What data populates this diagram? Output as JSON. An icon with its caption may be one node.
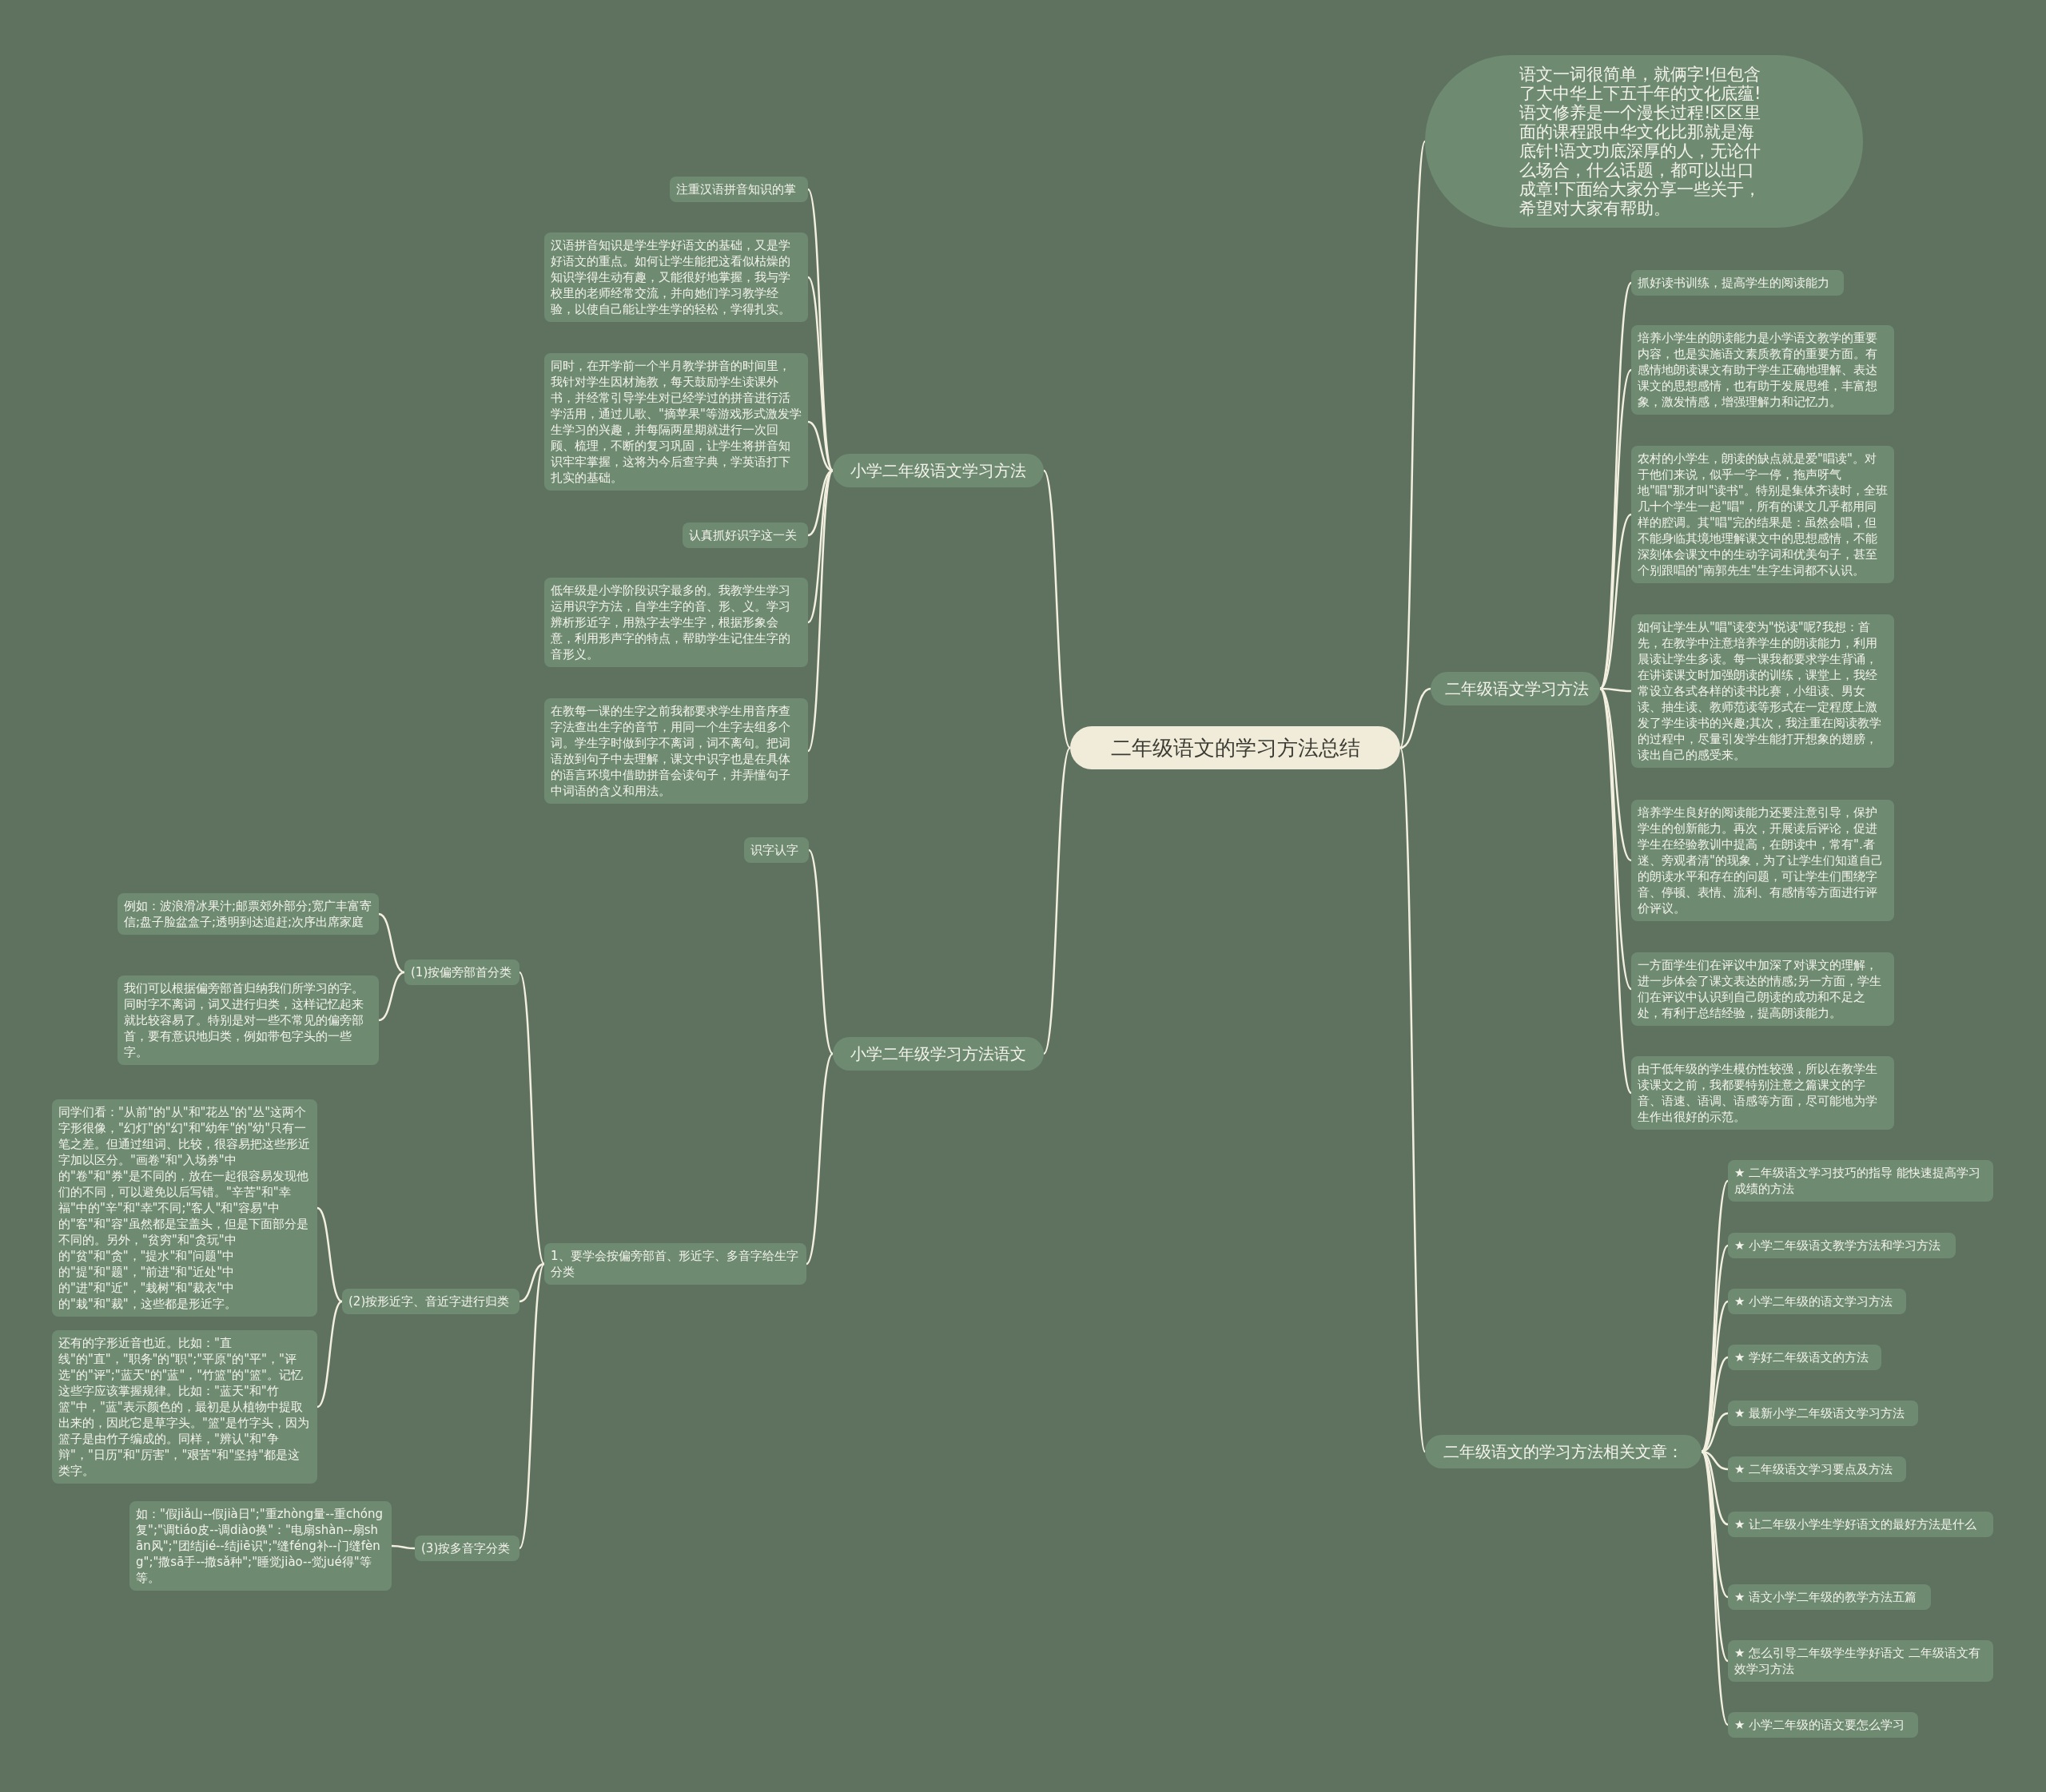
{
  "diagram": {
    "nodes": [
      {
        "text": [
          "二年级语文的学习方法总结"
        ]
      },
      {
        "text": [
          "语文一词很简单，就俩字!但包含了大中华上下五千年的文化底蕴!语文修养是一个漫长过程!区区里面的课程跟中华文化比那就是海底针!语文功底深厚的人，无论什么场合，什么话题，都可以出口成章!下面给大家分享一些关于，希望对大家有帮助。"
        ]
      },
      {
        "text": [
          "二年级语文学习方法"
        ]
      },
      {
        "text": [
          "抓好读书训练，提高学生的阅读能力"
        ]
      },
      {
        "text": [
          "培养小学生的朗读能力是小学语文教学的重要内容，也是实施语文素质教育的重要方面。有感情地朗读课文有助于学生正确地理解、表达课文的思想感情，也有助于发展思维，丰富想象，激发情感，增强理解力和记忆力。"
        ]
      },
      {
        "text": [
          "农村的小学生，朗读的缺点就是爱\"唱读\"。对于他们来说，似乎一字一停，拖声呀气地\"唱\"那才叫\"读书\"。特别是集体齐读时，全班几十个学生一起\"唱\"，所有的课文几乎都用同样的腔调。其\"唱\"完的结果是：虽然会唱，但不能身临其境地理解课文中的思想感情，不能深刻体会课文中的生动字词和优美句子，甚至个别跟唱的\"南郭先生\"生字生词都不认识。"
        ]
      },
      {
        "text": [
          "如何让学生从\"唱\"读变为\"悦读\"呢?我想：首先，在教学中注意培养学生的朗读能力，利用晨读让学生多读。每一课我都要求学生背诵，在讲读课文时加强朗读的训练，课堂上，我经常设立各式各样的读书比赛，小组读、男女读、抽生读、教师范读等形式在一定程度上激发了学生读书的兴趣;其次，我注重在阅读教学的过程中，尽量引发学生能打开想象的翅膀，读出自己的感受来。"
        ]
      },
      {
        "text": [
          "培养学生良好的阅读能力还要注意引导，保护学生的创新能力。再次，开展读后评论，促进学生在经验教训中提高，在朗读中，常有\".者迷、旁观者清\"的现象，为了让学生们知道自己的朗读水平和存在的问题，可让学生们围绕字音、停顿、表情、流利、有感情等方面进行评价评议。"
        ]
      },
      {
        "text": [
          "一方面学生们在评议中加深了对课文的理解，进一步体会了课文表达的情感;另一方面，学生们在评议中认识到自己朗读的成功和不足之处，有利于总结经验，提高朗读能力。"
        ]
      },
      {
        "text": [
          "由于低年级的学生模仿性较强，所以在教学生读课文之前，我都要特别注意之篇课文的字音、语速、语调、语感等方面，尽可能地为学生作出很好的示范。"
        ]
      },
      {
        "text": [
          "二年级语文的学习方法相关文章："
        ]
      },
      {
        "text": [
          "★ 二年级语文学习技巧的指导 能快速提高学习成绩的方法"
        ]
      },
      {
        "text": [
          "★ 小学二年级语文教学方法和学习方法"
        ]
      },
      {
        "text": [
          "★ 小学二年级的语文学习方法"
        ]
      },
      {
        "text": [
          "★ 学好二年级语文的方法"
        ]
      },
      {
        "text": [
          "★ 最新小学二年级语文学习方法"
        ]
      },
      {
        "text": [
          "★ 二年级语文学习要点及方法"
        ]
      },
      {
        "text": [
          "★ 让二年级小学生学好语文的最好方法是什么"
        ]
      },
      {
        "text": [
          "★ 语文小学二年级的教学方法五篇"
        ]
      },
      {
        "text": [
          "★ 怎么引导二年级学生学好语文 二年级语文有效学习方法"
        ]
      },
      {
        "text": [
          "★ 小学二年级的语文要怎么学习"
        ]
      },
      {
        "text": [
          "小学二年级语文学习方法"
        ]
      },
      {
        "text": [
          "注重汉语拼音知识的掌"
        ]
      },
      {
        "text": [
          "汉语拼音知识是学生学好语文的基础，又是学好语文的重点。如何让学生能把这看似枯燥的知识学得生动有趣，又能很好地掌握，我与学校里的老师经常交流，并向她们学习教学经验，以使自己能让学生学的轻松，学得扎实。"
        ]
      },
      {
        "text": [
          "同时，在开学前一个半月教学拼音的时间里，我针对学生因材施教，每天鼓励学生读课外书，并经常引导学生对已经学过的拼音进行活学活用，通过儿歌、\"摘苹果\"等游戏形式激发学生学习的兴趣，并每隔两星期就进行一次回顾、梳理，不断的复习巩固，让学生将拼音知识牢牢掌握，这将为今后查字典，学英语打下扎实的基础。"
        ]
      },
      {
        "text": [
          "认真抓好识字这一关"
        ]
      },
      {
        "text": [
          "低年级是小学阶段识字最多的。我教学生学习运用识字方法，自学生字的音、形、义。学习辨析形近字，用熟字去学生字，根据形象会意，利用形声字的特点，帮助学生记住生字的音形义。"
        ]
      },
      {
        "text": [
          "在教每一课的生字之前我都要求学生用音序查字法查出生字的音节，用同一个生字去组多个词。学生字时做到字不离词，词不离句。把词语放到句子中去理解，课文中识字也是在具体的语言环境中借助拼音会读句子，并弄懂句子中词语的含义和用法。"
        ]
      },
      {
        "text": [
          "小学二年级学习方法语文"
        ]
      },
      {
        "text": [
          "识字认字"
        ]
      },
      {
        "text": [
          "1、要学会按偏旁部首、形近字、多音字给生字分类"
        ]
      },
      {
        "text": [
          "(1)按偏旁部首分类"
        ]
      },
      {
        "text": [
          "例如：波浪滑冰果汁;邮票郊外部分;宽广丰富寄信;盘子脸盆盒子;透明到达追赶;次序出席家庭"
        ]
      },
      {
        "text": [
          "我们可以根据偏旁部首归纳我们所学习的字。同时字不离词，词又进行归类，这样记忆起来就比较容易了。特别是对一些不常见的偏旁部首，要有意识地归类，例如带包字头的一些字。"
        ]
      },
      {
        "text": [
          "(2)按形近字、音近字进行归类"
        ]
      },
      {
        "text": [
          "同学们看：\"从前\"的\"从\"和\"花丛\"的\"丛\"这两个字形很像，\"幻灯\"的\"幻\"和\"幼年\"的\"幼\"只有一笔之差。但通过组词、比较，很容易把这些形近字加以区分。\"画卷\"和\"入场券\"中的\"卷\"和\"券\"是不同的，放在一起很容易发现他们的不同，可以避免以后写错。\"辛苦\"和\"幸福\"中的\"辛\"和\"幸\"不同;\"客人\"和\"容易\"中的\"客\"和\"容\"虽然都是宝盖头，但是下面部分是不同的。另外，\"贫穷\"和\"贪玩\"中的\"贫\"和\"贪\"，\"提水\"和\"问题\"中的\"提\"和\"题\"，\"前进\"和\"近处\"中的\"进\"和\"近\"，\"栽树\"和\"裁衣\"中的\"栽\"和\"裁\"，这些都是形近字。"
        ]
      },
      {
        "text": [
          "还有的字形近音也近。比如：\"直线\"的\"直\"，\"职务\"的\"职\";\"平原\"的\"平\"，\"评选\"的\"评\";\"蓝天\"的\"蓝\"，\"竹篮\"的\"篮\"。记忆这些字应该掌握规律。比如：\"蓝天\"和\"竹篮\"中，\"蓝\"表示颜色的，最初是从植物中提取出来的，因此它是草字头。\"篮\"是竹字头，因为篮子是由竹子编成的。同样，\"辨认\"和\"争辩\"，\"日历\"和\"厉害\"，\"艰苦\"和\"坚持\"都是这类字。"
        ]
      },
      {
        "text": [
          "(3)按多音字分类"
        ]
      },
      {
        "text": [
          "如：\"假jiǎ山--假jià日\";\"重zhòng量--重chóng复\";\"调tiáo皮--调diào换\"：\"电扇shàn--扇shān风\";\"团结jié--结jiē识\";\"缝féng补--门缝fèng\";\"撒sā手--撒sǎ种\";\"睡觉jiào--觉jué得\"等等。"
        ]
      }
    ],
    "edges": [
      {
        "from": 0,
        "to": 1,
        "arrow": "none"
      },
      {
        "from": 0,
        "to": 2,
        "arrow": "none"
      },
      {
        "from": 0,
        "to": 10,
        "arrow": "none"
      },
      {
        "from": 0,
        "to": 21,
        "arrow": "none"
      },
      {
        "from": 0,
        "to": 28,
        "arrow": "none"
      },
      {
        "from": 2,
        "to": 3,
        "arrow": "none"
      },
      {
        "from": 2,
        "to": 4,
        "arrow": "none"
      },
      {
        "from": 2,
        "to": 5,
        "arrow": "none"
      },
      {
        "from": 2,
        "to": 6,
        "arrow": "none"
      },
      {
        "from": 2,
        "to": 7,
        "arrow": "none"
      },
      {
        "from": 2,
        "to": 8,
        "arrow": "none"
      },
      {
        "from": 2,
        "to": 9,
        "arrow": "none"
      },
      {
        "from": 10,
        "to": 11,
        "arrow": "none"
      },
      {
        "from": 10,
        "to": 12,
        "arrow": "none"
      },
      {
        "from": 10,
        "to": 13,
        "arrow": "none"
      },
      {
        "from": 10,
        "to": 14,
        "arrow": "none"
      },
      {
        "from": 10,
        "to": 15,
        "arrow": "none"
      },
      {
        "from": 10,
        "to": 16,
        "arrow": "none"
      },
      {
        "from": 10,
        "to": 17,
        "arrow": "none"
      },
      {
        "from": 10,
        "to": 18,
        "arrow": "none"
      },
      {
        "from": 10,
        "to": 19,
        "arrow": "none"
      },
      {
        "from": 10,
        "to": 20,
        "arrow": "none"
      },
      {
        "from": 21,
        "to": 22,
        "arrow": "none"
      },
      {
        "from": 21,
        "to": 23,
        "arrow": "none"
      },
      {
        "from": 21,
        "to": 24,
        "arrow": "none"
      },
      {
        "from": 21,
        "to": 25,
        "arrow": "none"
      },
      {
        "from": 21,
        "to": 26,
        "arrow": "none"
      },
      {
        "from": 21,
        "to": 27,
        "arrow": "none"
      },
      {
        "from": 28,
        "to": 29,
        "arrow": "none"
      },
      {
        "from": 28,
        "to": 30,
        "arrow": "none"
      },
      {
        "from": 30,
        "to": 31,
        "arrow": "none"
      },
      {
        "from": 30,
        "to": 34,
        "arrow": "none"
      },
      {
        "from": 30,
        "to": 37,
        "arrow": "none"
      },
      {
        "from": 31,
        "to": 32,
        "arrow": "none"
      },
      {
        "from": 31,
        "to": 33,
        "arrow": "none"
      },
      {
        "from": 34,
        "to": 35,
        "arrow": "none"
      },
      {
        "from": 34,
        "to": 36,
        "arrow": "none"
      },
      {
        "from": 37,
        "to": 38,
        "arrow": "none"
      }
    ]
  }
}
